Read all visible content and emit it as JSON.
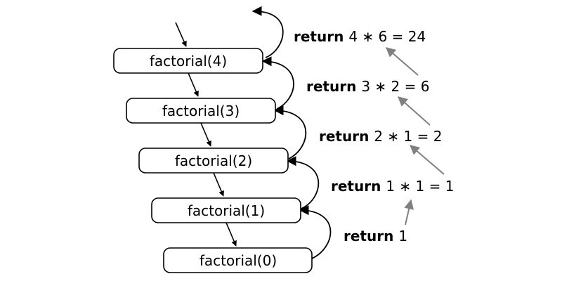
{
  "nodes": [
    {
      "label": "factorial(4)"
    },
    {
      "label": "factorial(3)"
    },
    {
      "label": "factorial(2)"
    },
    {
      "label": "factorial(1)"
    },
    {
      "label": "factorial(0)"
    }
  ],
  "returns": [
    {
      "keyword": "return",
      "expr": "4 ∗ 6 = 24"
    },
    {
      "keyword": "return",
      "expr": "3 ∗ 2 = 6"
    },
    {
      "keyword": "return",
      "expr": "2 ∗ 1 = 2"
    },
    {
      "keyword": "return",
      "expr": "1 ∗ 1 = 1"
    },
    {
      "keyword": "return",
      "expr": "1"
    }
  ],
  "colors": {
    "box_stroke": "#000000",
    "return_flow_arrow": "#808080"
  }
}
